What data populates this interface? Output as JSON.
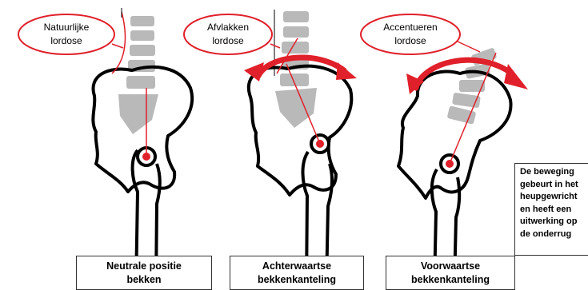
{
  "panels": [
    {
      "callout_line1": "Natuurlijke",
      "callout_line2": "lordose",
      "caption_line1": "Neutrale positie",
      "caption_line2": "bekken"
    },
    {
      "callout_line1": "Afvlakken",
      "callout_line2": "lordose",
      "caption_line1": "Achterwaartse",
      "caption_line2": "bekkenkanteling"
    },
    {
      "callout_line1": "Accentueren",
      "callout_line2": "lordose",
      "caption_line1": "Voorwaartse",
      "caption_line2": "bekkenkanteling"
    }
  ],
  "note": {
    "lines": [
      "De beweging",
      "gebeurt in het",
      "heupgewricht",
      "en heeft een",
      "uitwerking op",
      "de onderrug"
    ]
  },
  "colors": {
    "accent": "#e0202a",
    "outline": "#000000",
    "vertebra": "#b9b9b9"
  }
}
